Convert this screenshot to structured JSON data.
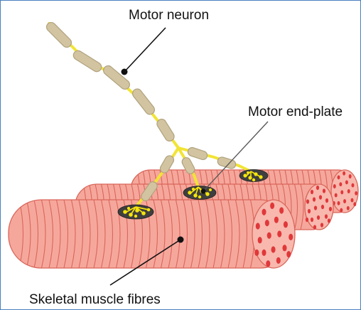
{
  "labels": {
    "motor_neuron": "Motor neuron",
    "motor_end_plate": "Motor end-plate",
    "skeletal_muscle_fibres": "Skeletal muscle fibres"
  },
  "colors": {
    "border": "#4a7fc1",
    "muscle_fill": "#f6a79c",
    "muscle_stripe": "#d9665a",
    "muscle_end_face": "#f8b8ae",
    "muscle_dot": "#e0383a",
    "neuron_segment": "#d2c4a0",
    "neuron_segment_outline": "#b0a27e",
    "node_of_ranvier": "#f2e436",
    "end_plate_fill": "#3f3f3f",
    "end_plate_terminal": "#f5e50a",
    "leader_line": "#111111",
    "end_plate_leader": "#555555"
  }
}
